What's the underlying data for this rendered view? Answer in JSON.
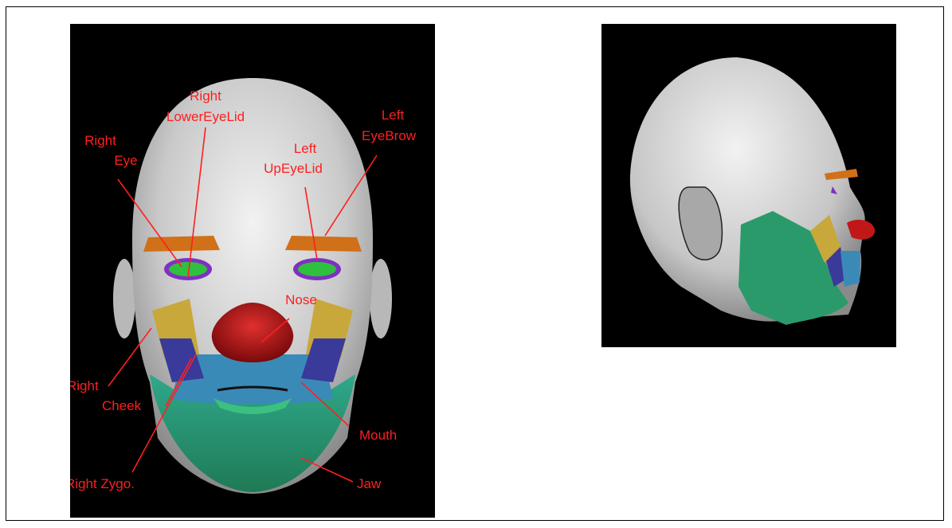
{
  "labels": {
    "right_lower_eyelid": [
      "Right",
      "LowerEyeLid"
    ],
    "right_eye": [
      "Right",
      "Eye"
    ],
    "left_up_eyelid": [
      "Left",
      "UpEyeLid"
    ],
    "left_eyebrow": [
      "Left",
      "EyeBrow"
    ],
    "nose": "Nose",
    "right_cheek": [
      "Right",
      "Cheek"
    ],
    "mouth": "Mouth",
    "right_zygo": "Right Zygo.",
    "jaw": "Jaw"
  },
  "colors": {
    "label": "#ff1f1f",
    "background": "#000000",
    "skin": "#d8d8d8",
    "eyebrow": "#d07018",
    "nose": "#c01818",
    "cheek": "#c8a83a",
    "zygomatic": "#3a3a9a",
    "mouth": "#3a8ab0",
    "jaw": "#2a9a6a",
    "eye": "#30c040",
    "eyelid": "#8030c0"
  }
}
